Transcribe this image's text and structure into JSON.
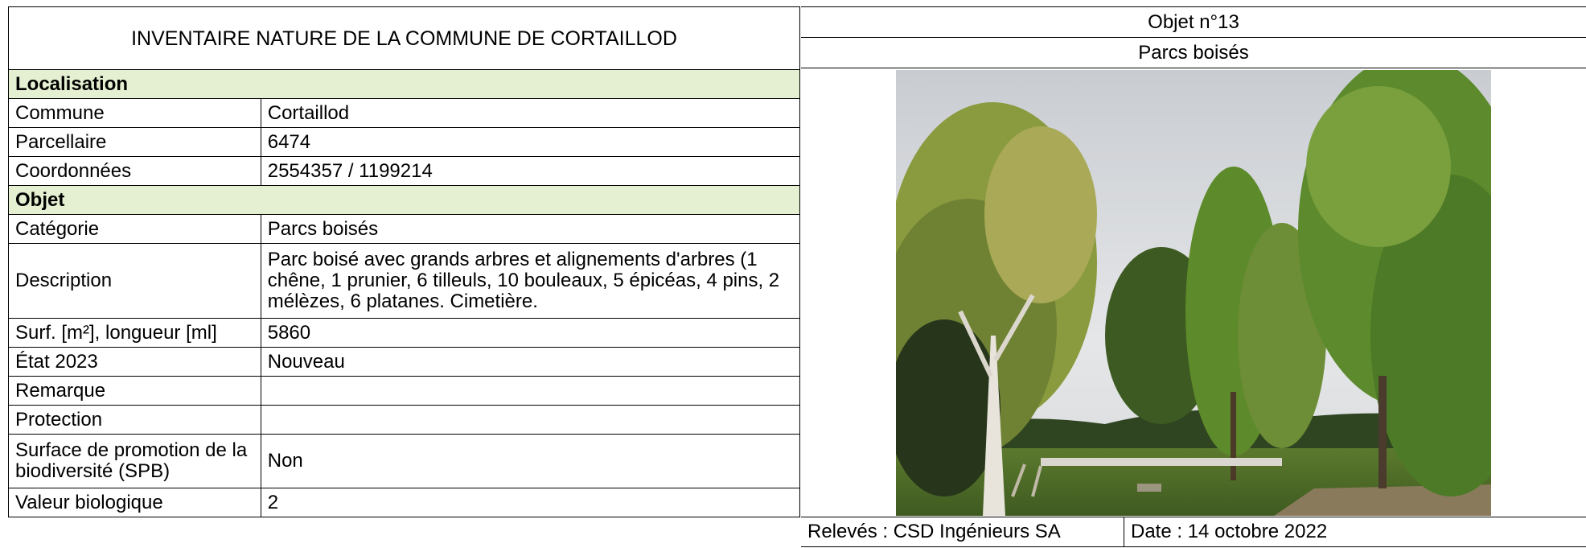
{
  "document": {
    "title": "INVENTAIRE NATURE DE LA COMMUNE DE CORTAILLOD"
  },
  "header_right": {
    "object_number": "Objet n°13",
    "object_name": "Parcs boisés"
  },
  "sections": {
    "localisation": {
      "label": "Localisation",
      "rows": [
        {
          "label": "Commune",
          "value": "Cortaillod"
        },
        {
          "label": "Parcellaire",
          "value": "6474"
        },
        {
          "label": "Coordonnées",
          "value": "2554357 / 1199214"
        }
      ]
    },
    "objet": {
      "label": "Objet",
      "rows": [
        {
          "label": "Catégorie",
          "value": "Parcs boisés"
        },
        {
          "label": "Description",
          "value": "Parc boisé avec grands arbres et alignements d'arbres (1 chêne, 1 prunier, 6 tilleuls, 10 bouleaux, 5 épicéas, 4 pins, 2 mélèzes, 6 platanes. Cimetière."
        },
        {
          "label": "Surf. [m²], longueur [ml]",
          "value": "5860"
        },
        {
          "label": "État 2023",
          "value": "Nouveau"
        },
        {
          "label": "Remarque",
          "value": ""
        },
        {
          "label": "Protection",
          "value": ""
        },
        {
          "label": "Surface de promotion de la biodiversité (SPB)",
          "value": "Non"
        },
        {
          "label": "Valeur biologique",
          "value": "2"
        }
      ]
    }
  },
  "footer_right": {
    "releves": "Relevés : CSD Ingénieurs SA",
    "date": "Date : 14 octobre 2022"
  }
}
